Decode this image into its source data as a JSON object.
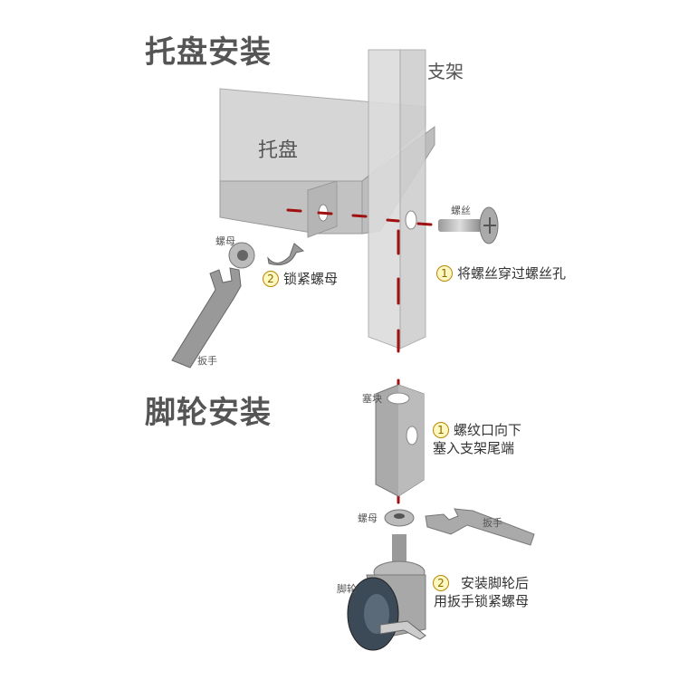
{
  "sections": {
    "tray_install_title": "托盘安装",
    "caster_install_title": "脚轮安装"
  },
  "tray_part": {
    "bracket_label": "支架",
    "tray_label": "托盘",
    "screw_label": "螺丝",
    "nut_label": "螺母",
    "wrench_label": "扳手",
    "step1_number": "1",
    "step1_text": "将螺丝穿过螺丝孔",
    "step2_number": "2",
    "step2_text": "锁紧螺母"
  },
  "caster_part": {
    "plug_label": "塞块",
    "nut_label": "螺母",
    "wrench_label": "扳手",
    "caster_label": "脚轮",
    "step1_number": "1",
    "step1_line1": "螺纹口向下",
    "step1_line2": "塞入支架尾端",
    "step2_number": "2",
    "step2_line1": "安装脚轮后",
    "step2_line2": "用扳手锁紧螺母"
  },
  "colors": {
    "guide": "#a01010",
    "metal": "#c8c8c8",
    "title": "#555555"
  }
}
